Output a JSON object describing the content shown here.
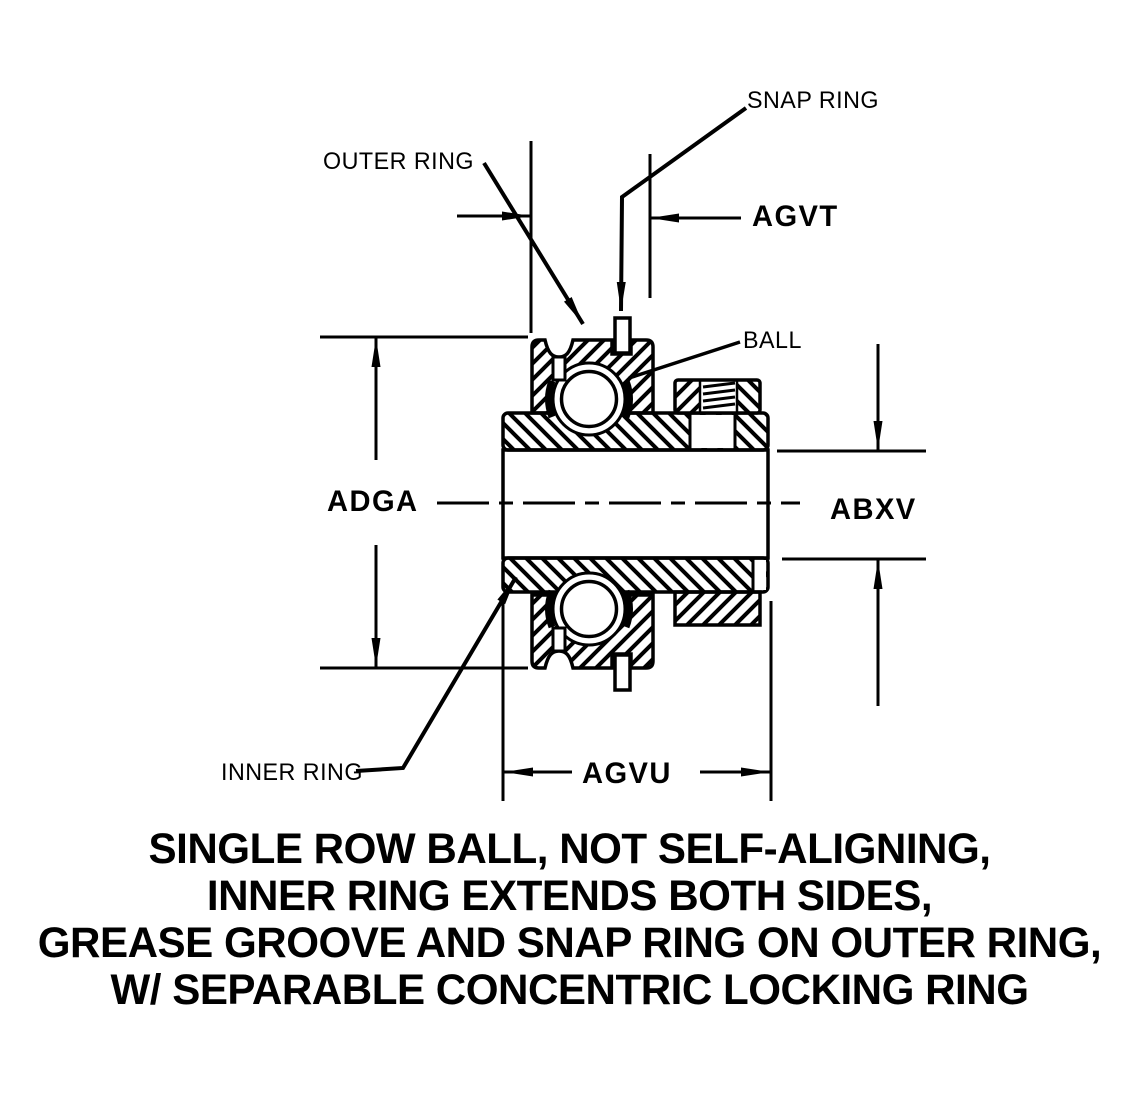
{
  "page": {
    "background": "#ffffff",
    "ink": "#000000"
  },
  "diagram": {
    "part_labels": {
      "snap_ring": "SNAP RING",
      "outer_ring": "OUTER RING",
      "ball": "BALL",
      "inner_ring": "INNER RING"
    },
    "dim_labels": {
      "agvt": "AGVT",
      "adga": "ADGA",
      "abxv": "ABXV",
      "agvu": "AGVU"
    }
  },
  "title": {
    "lines": [
      "SINGLE ROW BALL, NOT SELF-ALIGNING,",
      "INNER RING EXTENDS BOTH SIDES,",
      "GREASE GROOVE AND SNAP RING ON OUTER RING,",
      "W/ SEPARABLE CONCENTRIC LOCKING RING"
    ]
  }
}
